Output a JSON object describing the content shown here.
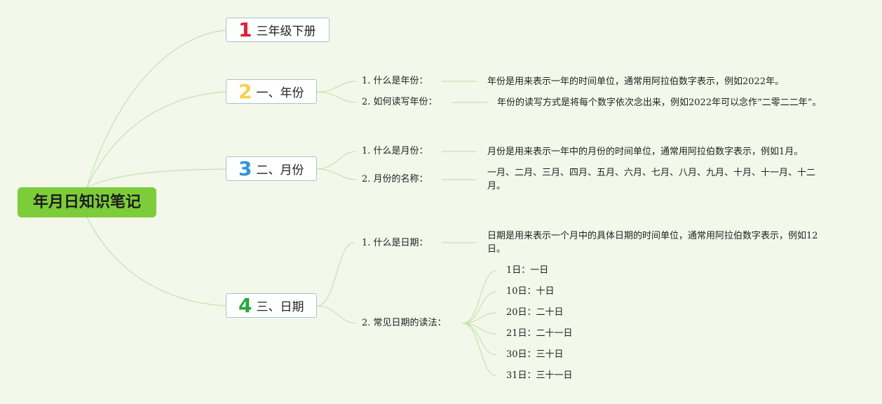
{
  "root": {
    "title": "年月日知识笔记",
    "color": "#7dcd3a"
  },
  "branches": [
    {
      "number": "1",
      "number_color": "#d9233b",
      "label": "三年级下册"
    },
    {
      "number": "2",
      "number_color": "#f5d24a",
      "label": "一、年份",
      "items": [
        {
          "label": "1. 什么是年份：",
          "desc": "年份是用来表示一年的时间单位，通常用阿拉伯数字表示，例如2022年。"
        },
        {
          "label": "2. 如何读写年份：",
          "desc": "年份的读写方式是将每个数字依次念出来，例如2022年可以念作“二零二二年”。"
        }
      ]
    },
    {
      "number": "3",
      "number_color": "#2f95d6",
      "label": "二、月份",
      "items": [
        {
          "label": "1. 什么是月份：",
          "desc": "月份是用来表示一年中的月份的时间单位，通常用阿拉伯数字表示，例如1月。"
        },
        {
          "label": "2. 月份的名称：",
          "desc": "一月、二月、三月、四月、五月、六月、七月、八月、九月、十月、十一月、十二月。"
        }
      ]
    },
    {
      "number": "4",
      "number_color": "#2aa640",
      "label": "三、日期",
      "items": [
        {
          "label": "1. 什么是日期：",
          "desc": "日期是用来表示一个月中的具体日期的时间单位，通常用阿拉伯数字表示，例如12日。"
        },
        {
          "label": "2. 常见日期的读法：",
          "children": [
            "1日：一日",
            "10日：十日",
            "20日：二十日",
            "21日：二十一日",
            "30日：三十日",
            "31日：三十一日"
          ]
        }
      ]
    }
  ],
  "line_color": "#c6e2b2"
}
